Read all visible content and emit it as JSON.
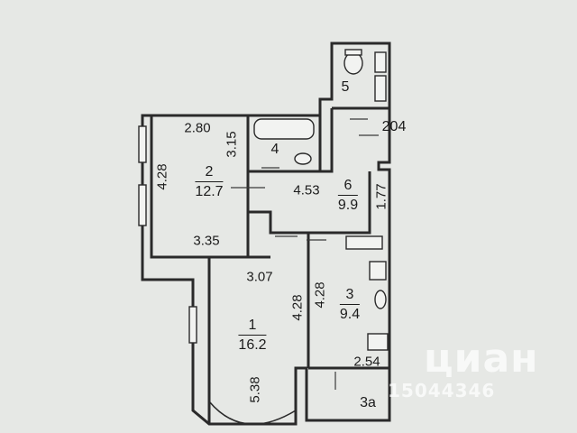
{
  "rooms": [
    {
      "number": "1",
      "area": "16.2"
    },
    {
      "number": "2",
      "area": "12.7"
    },
    {
      "number": "3",
      "area": "9.4"
    },
    {
      "number": "4"
    },
    {
      "number": "5"
    },
    {
      "number": "6",
      "area": "9.9"
    },
    {
      "number": "3а"
    }
  ],
  "dimensions": [
    "2.80",
    "3.15",
    "4.28",
    "3.35",
    "4.53",
    "1.77",
    "3.07",
    "4.28",
    "4.28",
    "5.38",
    "2.54"
  ],
  "marker": "204",
  "watermark": {
    "brand": "циан",
    "id": "15044346"
  }
}
